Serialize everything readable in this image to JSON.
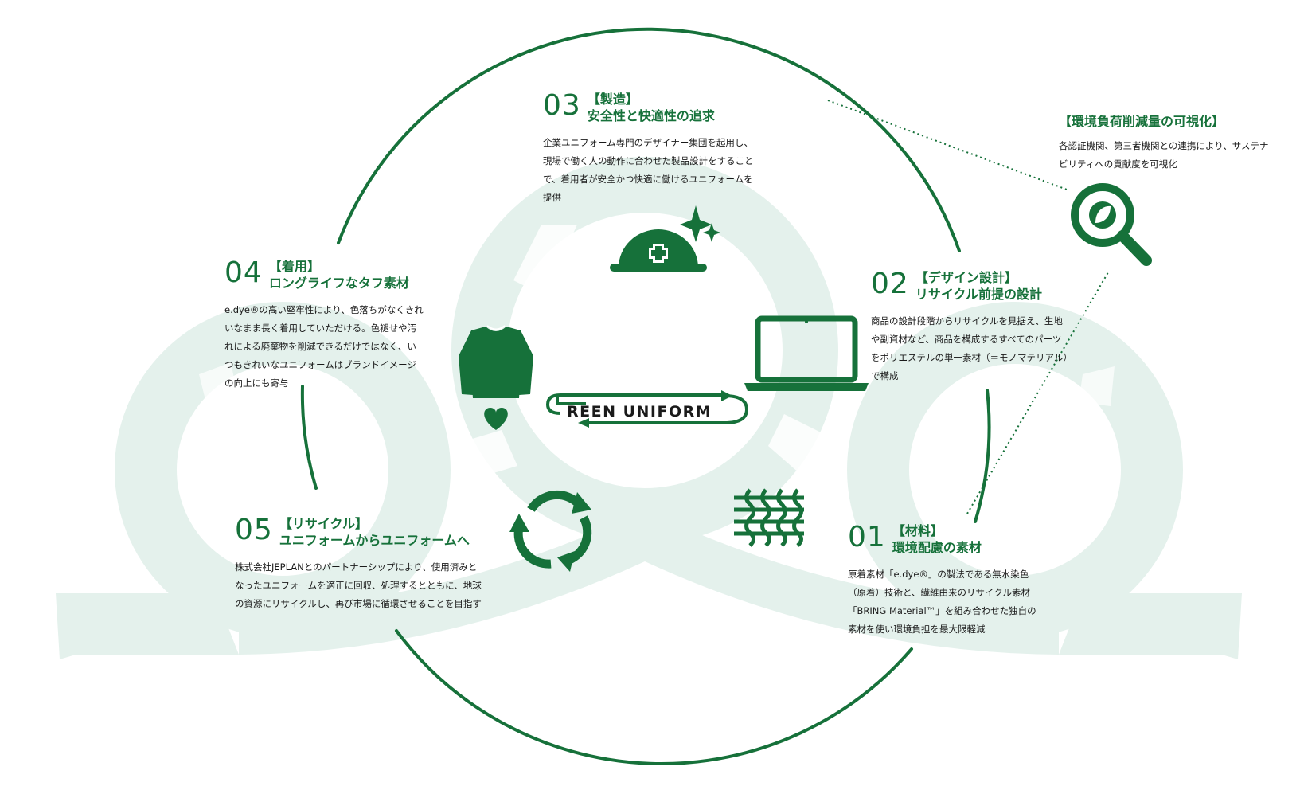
{
  "logo": {
    "text": "REEN UNIFORM"
  },
  "steps": {
    "s01": {
      "num": "01",
      "category": "【材料】",
      "title": "環境配慮の素材",
      "desc": "原着素材「e.dye®」の製法である無水染色（原着）技術と、繊維由来のリサイクル素材「BRING Material™」を組み合わせた独自の素材を使い環境負担を最大限軽減"
    },
    "s02": {
      "num": "02",
      "category": "【デザイン設計】",
      "title": "リサイクル前提の設計",
      "desc": "商品の設計段階からリサイクルを見据え、生地や副資材など、商品を構成するすべてのパーツをポリエステルの単一素材（＝モノマテリアル）で構成"
    },
    "s03": {
      "num": "03",
      "category": "【製造】",
      "title": "安全性と快適性の追求",
      "desc": "企業ユニフォーム専門のデザイナー集団を起用し、現場で働く人の動作に合わせた製品設計をすることで、着用者が安全かつ快適に働けるユニフォームを提供"
    },
    "s04": {
      "num": "04",
      "category": "【着用】",
      "title": "ロングライフなタフ素材",
      "desc": "e.dye®の高い堅牢性により、色落ちがなくきれいなまま長く着用していただける。色褪せや汚れによる廃棄物を削減できるだけではなく、いつもきれいなユニフォームはブランドイメージの向上にも寄与"
    },
    "s05": {
      "num": "05",
      "category": "【リサイクル】",
      "title": "ユニフォームからユニフォームへ",
      "desc": "株式会社JEPLANとのパートナーシップにより、使用済みとなったユニフォームを適正に回収、処理するとともに、地球の資源にリサイクルし、再び市場に循環させることを目指す"
    }
  },
  "visualization": {
    "title": "【環境負荷削減量の可視化】",
    "desc": "各認証機関、第三者機関との連携により、サステナビリティへの貢献度を可視化"
  },
  "colors": {
    "accent": "#16713a",
    "light": "#e4f1ec",
    "text": "#1a1a1a"
  },
  "icons": [
    "hardhat-icon",
    "sparkle-icon",
    "laptop-icon",
    "fabric-icon",
    "recycle-icon",
    "shirt-icon",
    "heart-icon",
    "magnifier-leaf-icon"
  ]
}
